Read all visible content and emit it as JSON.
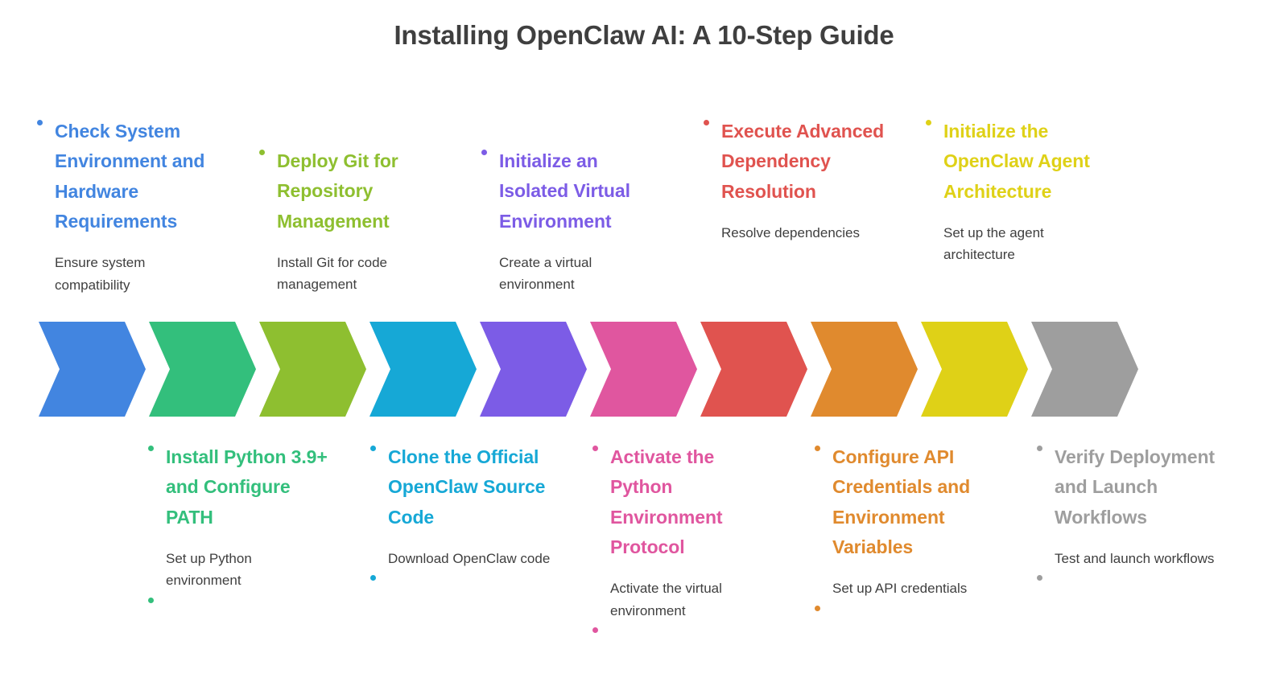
{
  "title": "Installing OpenClaw AI: A 10-Step Guide",
  "steps": [
    {
      "index": 1,
      "position": "upper",
      "title": "Check System Environment and Hardware Requirements",
      "description": "Ensure system compatibility",
      "color": "#4285e0"
    },
    {
      "index": 2,
      "position": "lower",
      "title": "Install Python 3.9+ and Configure PATH",
      "description": "Set up Python environment",
      "color": "#33bf7c"
    },
    {
      "index": 3,
      "position": "upper",
      "title": "Deploy Git for Repository Management",
      "description": "Install Git for code management",
      "color": "#8ebf30"
    },
    {
      "index": 4,
      "position": "lower",
      "title": "Clone the Official OpenClaw Source Code",
      "description": "Download OpenClaw code",
      "color": "#16a8d6"
    },
    {
      "index": 5,
      "position": "upper",
      "title": "Initialize an Isolated Virtual Environment",
      "description": "Create a virtual environment",
      "color": "#7c5ce6"
    },
    {
      "index": 6,
      "position": "lower",
      "title": "Activate the Python Environment Protocol",
      "description": "Activate the virtual environment",
      "color": "#e0569f"
    },
    {
      "index": 7,
      "position": "upper",
      "title": "Execute Advanced Dependency Resolution",
      "description": "Resolve dependencies",
      "color": "#e0534f"
    },
    {
      "index": 8,
      "position": "lower",
      "title": "Configure API Credentials and Environment Variables",
      "description": "Set up API credentials",
      "color": "#e08a2e"
    },
    {
      "index": 9,
      "position": "upper",
      "title": "Initialize the OpenClaw Agent Architecture",
      "description": "Set up the agent architecture",
      "color": "#dfd117"
    },
    {
      "index": 10,
      "position": "lower",
      "title": "Verify Deployment and Launch Workflows",
      "description": "Test and launch workflows",
      "color": "#9e9e9e"
    }
  ],
  "layout": {
    "chevron_lefts": [
      48,
      185,
      322,
      459,
      596,
      733,
      870,
      1007,
      1144,
      1281
    ],
    "upper_block_lefts": [
      68,
      344,
      620,
      896,
      1172
    ],
    "lower_block_lefts": [
      206,
      482,
      758,
      1034,
      1310
    ],
    "upper_block_tops": [
      145,
      182,
      182,
      145,
      145
    ],
    "lower_block_tops": [
      550,
      550,
      550,
      550,
      550
    ],
    "upper_dot_tops": [
      143,
      180,
      180,
      143,
      143
    ],
    "background": "#ffffff",
    "title_color": "#3f3f3f",
    "description_color": "#3f3f3f"
  }
}
